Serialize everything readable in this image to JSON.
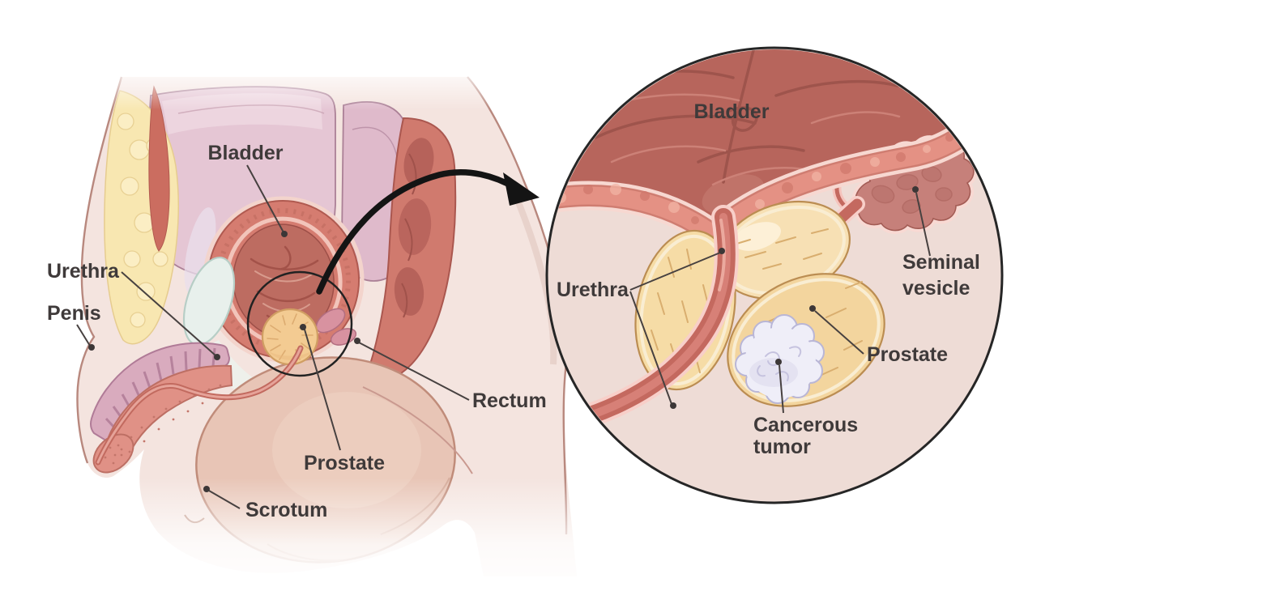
{
  "illustration": {
    "main_view": {
      "labels": {
        "bladder": "Bladder",
        "urethra": "Urethra",
        "penis": "Penis",
        "prostate": "Prostate",
        "rectum": "Rectum",
        "scrotum": "Scrotum"
      }
    },
    "inset_view": {
      "labels": {
        "bladder": "Bladder",
        "urethra": "Urethra",
        "seminal_vesicle": {
          "line1": "Seminal",
          "line2": "vesicle"
        },
        "prostate": "Prostate",
        "cancerous_tumor": {
          "line1": "Cancerous",
          "line2": "tumor"
        }
      }
    },
    "colors": {
      "background": "#ffffff",
      "label_text": "#3f3a3a",
      "leader_line": "#474140",
      "inset_ring": "#262626",
      "zoom_arrow": "#141414",
      "skin": "#f4e4df",
      "pelvic_cavity": "#e5c6d4",
      "abdominal_fat": "#f8e7b1",
      "bladder_wall": "#d57c70",
      "bladder_interior": "#bd6c61",
      "pubic_bone": "#e8f0ec",
      "prostate_main": "#f3cb92",
      "rectum": "#d07a6e",
      "penis_corpus": "#d9abbe",
      "penis_spongiosum": "#e09186",
      "scrotum": "#e8c5b6",
      "inset_background": "#eedcd6",
      "inset_bladder_interior": "#b7655c",
      "inset_bladder_wall": "#e29084",
      "inset_prostate": "#f6dca6",
      "inset_urethra": "#c4695f",
      "seminal_vesicle": "#c6807a",
      "cancerous_tumor": "#efeef8"
    }
  }
}
